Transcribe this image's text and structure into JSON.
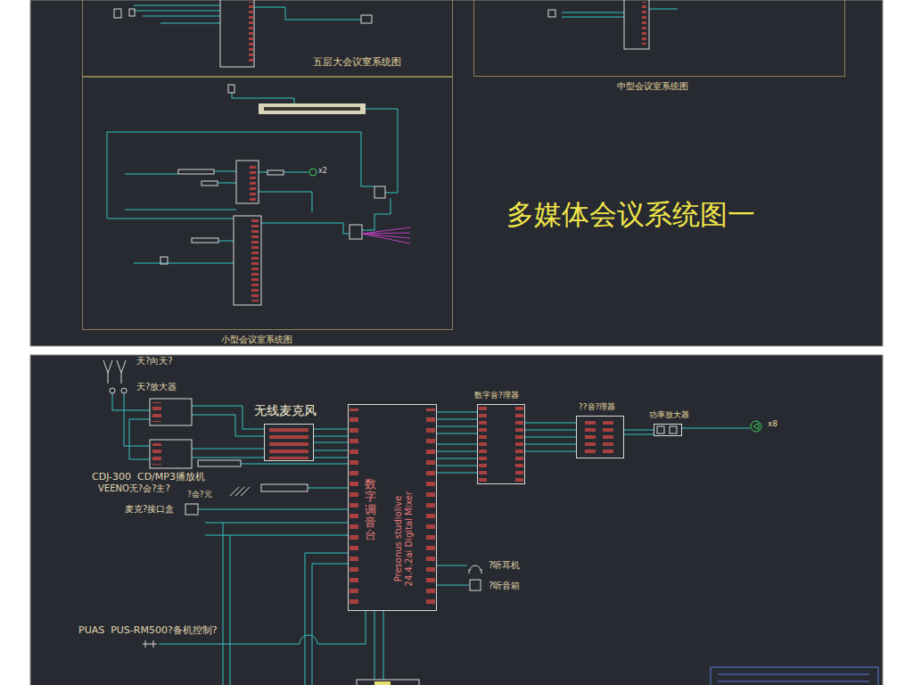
{
  "diagram": {
    "nodes": [
      {
        "text": [
          "五层大会议室系统图"
        ]
      },
      {
        "text": [
          "中型会议室系统图"
        ]
      },
      {
        "text": [
          "小型会议室系统图"
        ]
      },
      {
        "text": [
          "无线麦克风"
        ]
      },
      {
        "text": [
          "数字调音台",
          "Presonus studiolive 24.4.2ai Digital Mixer"
        ]
      },
      {
        "text": [
          "数字音?理器"
        ]
      },
      {
        "text": [
          "??音?理器"
        ]
      },
      {
        "text": [
          "功率放大器"
        ]
      },
      {
        "text": [
          "x8"
        ]
      }
    ],
    "edges": [
      {
        "from": 3,
        "to": 4,
        "arrow": "none"
      },
      {
        "from": 4,
        "to": 5,
        "arrow": "none"
      },
      {
        "from": 5,
        "to": 6,
        "arrow": "none"
      },
      {
        "from": 6,
        "to": 7,
        "arrow": "none"
      },
      {
        "from": 7,
        "to": 8,
        "arrow": "none"
      }
    ],
    "labels": [
      "多媒体会议系统图一",
      "x2",
      "天?向天?",
      "天?放大器",
      "CDJ-300  CD/MP3播放机",
      "VEENO无?会?主?",
      "?会?元",
      "麦克?接口盒",
      "?听耳机",
      "?听音箱",
      "PUAS  PUS-RM500?备机控制?"
    ]
  }
}
